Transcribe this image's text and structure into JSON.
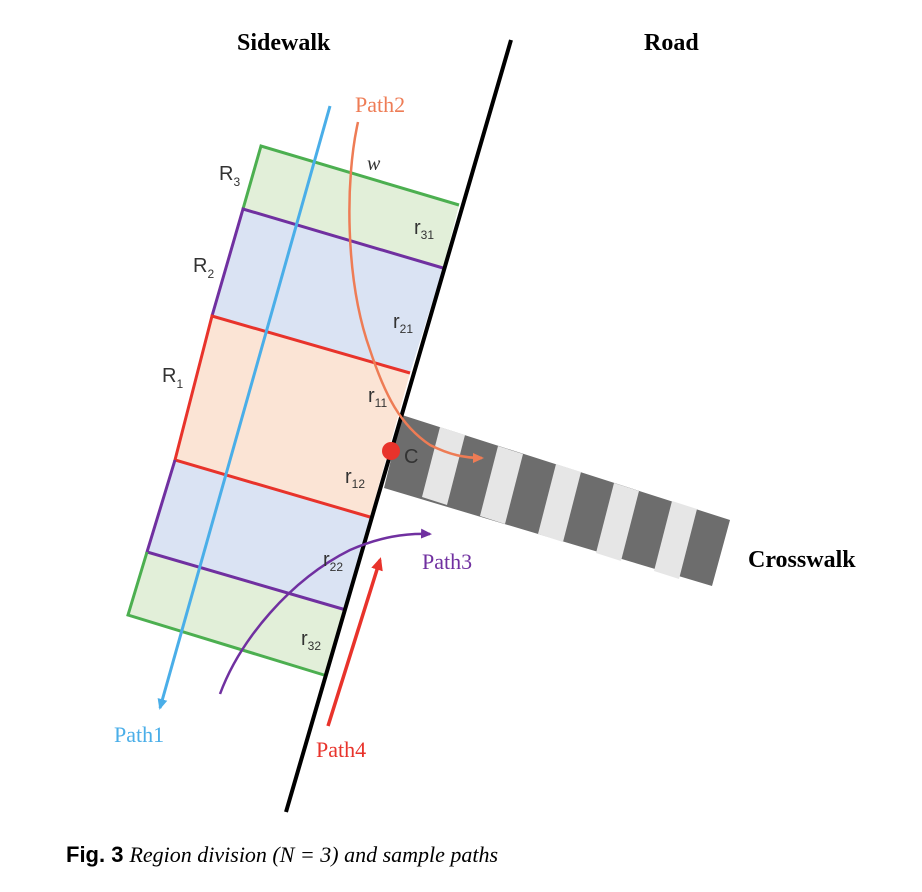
{
  "headers": {
    "sidewalk": "Sidewalk",
    "road": "Road",
    "crosswalk": "Crosswalk"
  },
  "regions": [
    {
      "main": "R",
      "sub": "3"
    },
    {
      "main": "R",
      "sub": "2"
    },
    {
      "main": "R",
      "sub": "1"
    }
  ],
  "subregions": [
    {
      "main": "r",
      "sub": "31"
    },
    {
      "main": "r",
      "sub": "21"
    },
    {
      "main": "r",
      "sub": "11"
    },
    {
      "main": "r",
      "sub": "12"
    },
    {
      "main": "r",
      "sub": "22"
    },
    {
      "main": "r",
      "sub": "32"
    }
  ],
  "width_label": "w",
  "center_label": "C",
  "paths": [
    {
      "label": "Path1",
      "color": "#4aaee8"
    },
    {
      "label": "Path2",
      "color": "#ee7c55"
    },
    {
      "label": "Path3",
      "color": "#7030a0"
    },
    {
      "label": "Path4",
      "color": "#e8332b"
    }
  ],
  "colors": {
    "green_fill": "#e2efd9",
    "green_border": "#4caf50",
    "blue_fill": "#dae3f3",
    "purple_border": "#7030a0",
    "pink_fill": "#fbe4d5",
    "red_border": "#e8332b",
    "crosswalk_dark": "#6d6d6d",
    "crosswalk_light": "#e6e6e6",
    "curb": "#000000",
    "center_dot": "#e8332b"
  },
  "caption": {
    "fig": "Fig. 3",
    "text": "Region division (N = 3) and sample paths"
  }
}
